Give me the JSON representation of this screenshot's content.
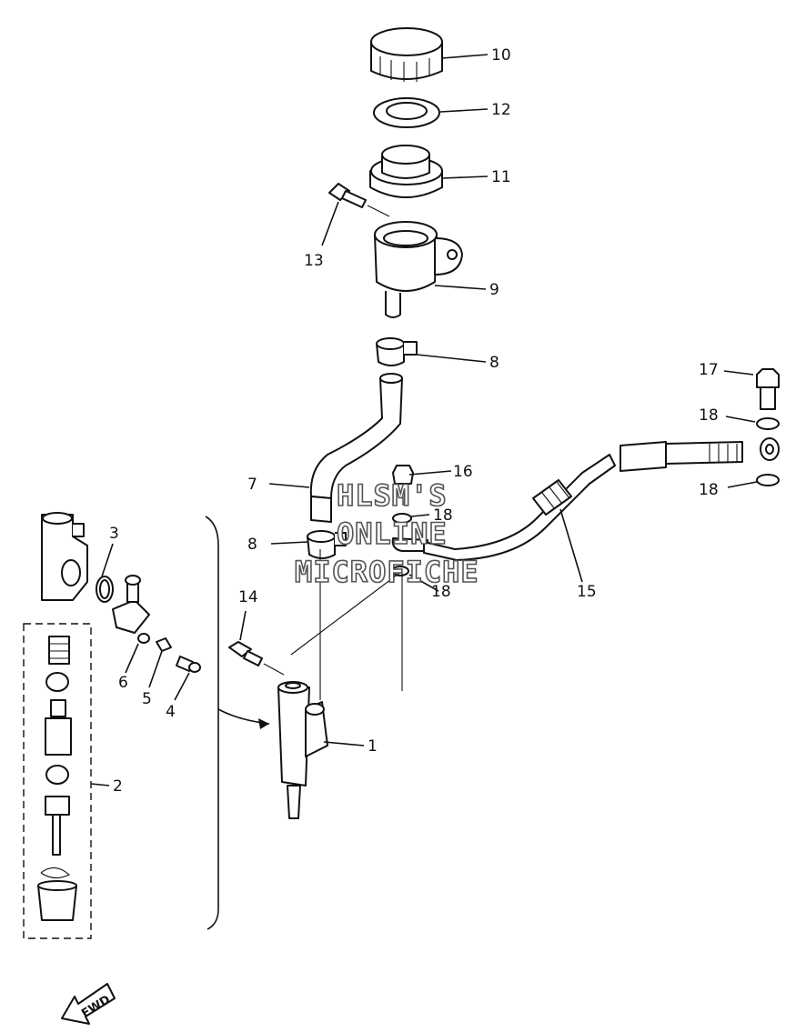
{
  "callouts": [
    {
      "id": "c10",
      "text": "10"
    },
    {
      "id": "c12",
      "text": "12"
    },
    {
      "id": "c11",
      "text": "11"
    },
    {
      "id": "c13",
      "text": "13"
    },
    {
      "id": "c9",
      "text": "9"
    },
    {
      "id": "c8a",
      "text": "8"
    },
    {
      "id": "c17",
      "text": "17"
    },
    {
      "id": "c18a",
      "text": "18"
    },
    {
      "id": "c16",
      "text": "16"
    },
    {
      "id": "c18b",
      "text": "18"
    },
    {
      "id": "c7",
      "text": "7"
    },
    {
      "id": "c18c",
      "text": "18"
    },
    {
      "id": "c8b",
      "text": "8"
    },
    {
      "id": "c18d",
      "text": "18"
    },
    {
      "id": "c3",
      "text": "3"
    },
    {
      "id": "c15",
      "text": "15"
    },
    {
      "id": "c14",
      "text": "14"
    },
    {
      "id": "c6",
      "text": "6"
    },
    {
      "id": "c5",
      "text": "5"
    },
    {
      "id": "c4",
      "text": "4"
    },
    {
      "id": "c1",
      "text": "1"
    },
    {
      "id": "c2",
      "text": "2"
    }
  ],
  "watermark": {
    "line1": "HLSM'S",
    "line2": "ONLINE",
    "line3": "MICROFICHE"
  },
  "fwd_label": "FWD",
  "colors": {
    "ink": "#111111",
    "paper": "#ffffff",
    "watermark_outline": "#555555"
  }
}
